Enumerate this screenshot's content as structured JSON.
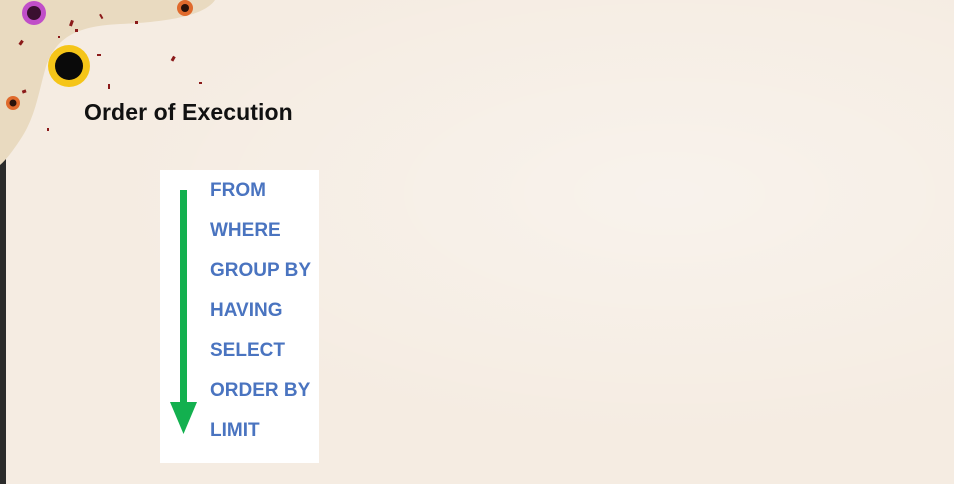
{
  "slide": {
    "title": "Order of Execution"
  },
  "execution_order": {
    "steps": [
      "FROM",
      "WHERE",
      "GROUP BY",
      "HAVING",
      "SELECT",
      "ORDER BY",
      "LIMIT"
    ],
    "step_color": "#4a74c0",
    "arrow_color": "#13b04f"
  },
  "decor": {
    "blob_color": "#e8d8b8",
    "dot_colors": [
      "#c04ec8",
      "#f5c518",
      "#e06a2c",
      "#8b1a1a"
    ]
  }
}
